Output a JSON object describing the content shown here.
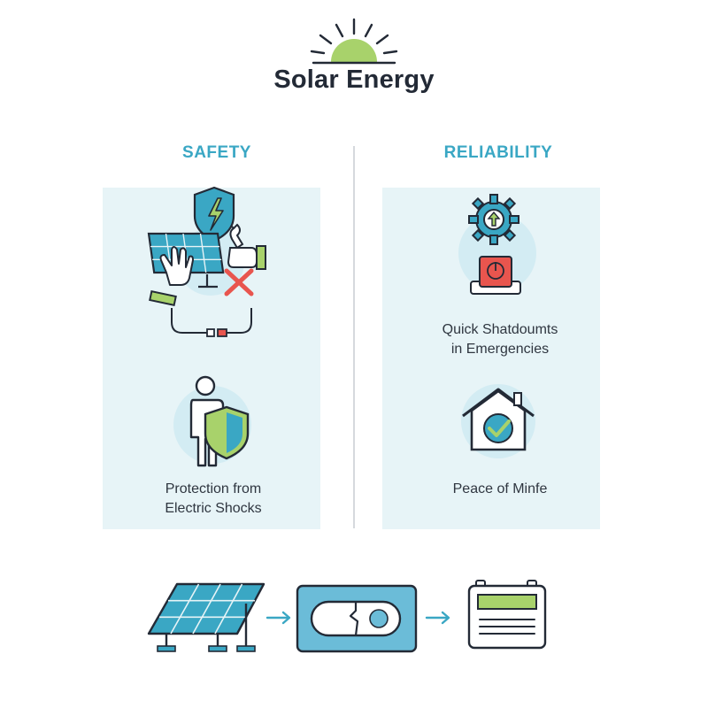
{
  "header": {
    "title": "Solar Energy",
    "icon": "sun-icon"
  },
  "columns": {
    "safety": {
      "heading": "SAFETY",
      "items": [
        {
          "icon": "solar-panel-hands-wrench-icon",
          "caption": ""
        },
        {
          "icon": "person-shield-icon",
          "caption_line1": "Protection from",
          "caption_line2": "Electric Shocks"
        }
      ]
    },
    "reliability": {
      "heading": "RELIABILITY",
      "items": [
        {
          "icon": "gear-power-button-icon",
          "caption_line1": "Quick Shatdoumts",
          "caption_line2": "in Emergencies"
        },
        {
          "icon": "house-check-icon",
          "caption_line1": "Peace of Minfe"
        }
      ]
    }
  },
  "flow": {
    "steps": [
      "solar-panel-icon",
      "disconnect-switch-icon",
      "inverter-icon"
    ],
    "arrow": "right-arrow-icon"
  },
  "colors": {
    "accent": "#3aa7c4",
    "green": "#a8d26b",
    "panel_bg": "#e7f4f7",
    "red": "#e8554e",
    "dark": "#232a36"
  }
}
